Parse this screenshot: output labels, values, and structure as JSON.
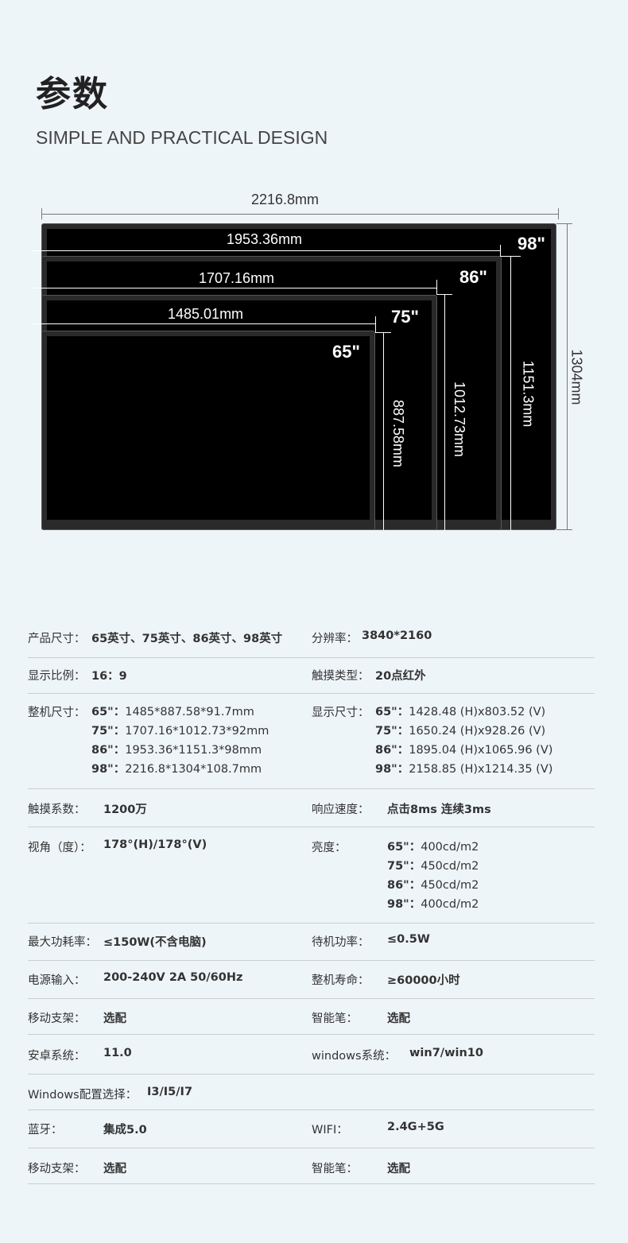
{
  "header": {
    "title": "参数",
    "subtitle": "SIMPLE AND PRACTICAL DESIGN"
  },
  "diagram": {
    "sizes": [
      "98\"",
      "86\"",
      "75\"",
      "65\""
    ],
    "total_width": "2216.8mm",
    "total_height": "1304mm",
    "w86": "1953.36mm",
    "w75": "1707.16mm",
    "w65": "1485.01mm",
    "h65": "887.58mm",
    "h75": "1012.73mm",
    "h86": "1151.3mm"
  },
  "specs": {
    "r1": {
      "l1": "产品尺寸：",
      "v1": "65英寸、75英寸、86英寸、98英寸",
      "l2": "分辨率：",
      "v2": "3840*2160"
    },
    "r2": {
      "l1": "显示比例：",
      "v1": "16：9",
      "l2": "触摸类型：",
      "v2": "20点红外"
    },
    "r3": {
      "l1": "整机尺寸：",
      "v1": [
        {
          "k": "65\"：",
          "v": "1485*887.58*91.7mm"
        },
        {
          "k": "75\"：",
          "v": "1707.16*1012.73*92mm"
        },
        {
          "k": "86\"：",
          "v": "1953.36*1151.3*98mm"
        },
        {
          "k": "98\"：",
          "v": "2216.8*1304*108.7mm"
        }
      ],
      "l2": "显示尺寸：",
      "v2": [
        {
          "k": "65\"：",
          "v": "1428.48 (H)x803.52 (V)"
        },
        {
          "k": "75\"：",
          "v": "1650.24 (H)x928.26 (V)"
        },
        {
          "k": "86\"：",
          "v": "1895.04 (H)x1065.96 (V)"
        },
        {
          "k": "98\"：",
          "v": "2158.85 (H)x1214.35 (V)"
        }
      ]
    },
    "r4": {
      "l1": "触摸系数：",
      "v1": "1200万",
      "l2": "响应速度：",
      "v2": "点击8ms 连续3ms"
    },
    "r5": {
      "l1": "视角（度）：",
      "v1": "178°(H)/178°(V)",
      "l2": "亮度：",
      "v2": [
        {
          "k": "65\"：",
          "v": "400cd/m2"
        },
        {
          "k": "75\"：",
          "v": "450cd/m2"
        },
        {
          "k": "86\"：",
          "v": "450cd/m2"
        },
        {
          "k": "98\"：",
          "v": "400cd/m2"
        }
      ]
    },
    "r6": {
      "l1": "最大功耗率：",
      "v1": "≤150W(不含电脑)",
      "l2": "待机功率：",
      "v2": "≤0.5W"
    },
    "r7": {
      "l1": "电源输入：",
      "v1": "200-240V 2A 50/60Hz",
      "l2": "整机寿命：",
      "v2": "≥60000小时"
    },
    "r8": {
      "l1": "移动支架：",
      "v1": "选配",
      "l2": "智能笔：",
      "v2": "选配"
    },
    "r9": {
      "l1": "安卓系统：",
      "v1": "11.0",
      "l2": "windows系统：",
      "v2": "win7/win10"
    },
    "r10": {
      "l1": "Windows配置选择：",
      "v1": "I3/I5/I7"
    },
    "r11": {
      "l1": "蓝牙：",
      "v1": "集成5.0",
      "l2": "WIFI：",
      "v2": "2.4G+5G"
    },
    "r12": {
      "l1": "移动支架：",
      "v1": "选配",
      "l2": "智能笔：",
      "v2": "选配"
    }
  }
}
